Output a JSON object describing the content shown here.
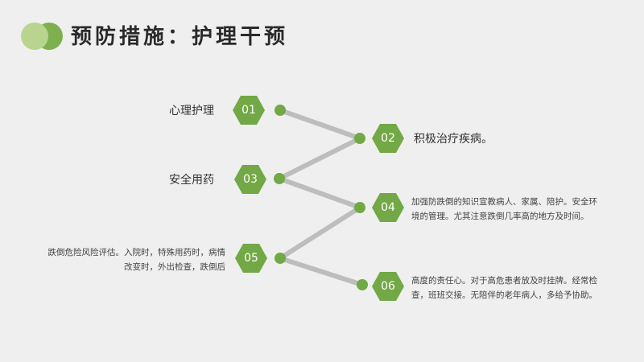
{
  "slide": {
    "title": "预防措施：护理干预",
    "accent_color": "#72a845",
    "connector_color": "#bdbdbd",
    "logo": {
      "front_color": "#b9d48f",
      "back_color": "#7fb04f"
    },
    "steps": [
      {
        "number": "01",
        "text": "心理护理"
      },
      {
        "number": "02",
        "text": "积极治疗疾病。"
      },
      {
        "number": "03",
        "text": "安全用药"
      },
      {
        "number": "04",
        "text": "加强防跌倒的知识宣教病人、家属、陪护。安全环境的管理。尤其注意跌倒几率高的地方及时间。"
      },
      {
        "number": "05",
        "text": "跌倒危险风险评估。入院时，特殊用药时，病情改变时，外出检查，跌倒后"
      },
      {
        "number": "06",
        "text": "高度的责任心。对于高危患者放及时挂牌。经常检查，班班交接。无陪伴的老年病人，多给予协助。"
      }
    ]
  }
}
